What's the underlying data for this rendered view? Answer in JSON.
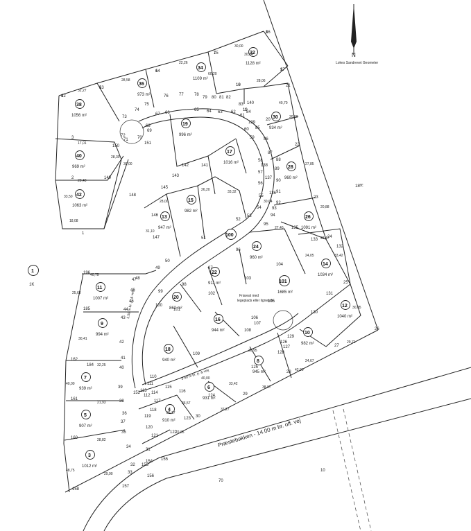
{
  "north": {
    "letter": "N",
    "caption": "Lokes Sandrevet Geometer"
  },
  "road_label": "Præstebakken - 14.00 m br. off. vej",
  "path_label": "3.50 m br. p. & veij",
  "path_label_2": "3.50 m br. p. & veij",
  "note": [
    "Friareal med",
    "legeplads eller lignende."
  ],
  "outer_left": {
    "number": "1",
    "sub": "1K"
  },
  "right_label": "18ᴮᴱ",
  "bottom_labels": [
    "70",
    "10"
  ],
  "lots": [
    {
      "no": "38",
      "area": "1056 m²"
    },
    {
      "no": "36",
      "area": "973 m²"
    },
    {
      "no": "34",
      "area": "1109 m²"
    },
    {
      "no": "32",
      "area": "1128 m²"
    },
    {
      "no": "30",
      "area": "934 m²"
    },
    {
      "no": "28",
      "area": "960 m²"
    },
    {
      "no": "26",
      "area": "1091 m²"
    },
    {
      "no": "24",
      "area": "960 m²"
    },
    {
      "no": "22",
      "area": "911 m²"
    },
    {
      "no": "20",
      "area": "862 m²"
    },
    {
      "no": "19",
      "area": "996 m²"
    },
    {
      "no": "17",
      "area": "1016 m²"
    },
    {
      "no": "15",
      "area": "982 m²"
    },
    {
      "no": "13",
      "area": "947 m²"
    },
    {
      "no": "40",
      "area": "969 m²"
    },
    {
      "no": "42",
      "area": "1063 m²"
    },
    {
      "no": "11",
      "area": "1007 m²"
    },
    {
      "no": "9",
      "area": "994 m²"
    },
    {
      "no": "7",
      "area": "939 m²"
    },
    {
      "no": "5",
      "area": "907 m²"
    },
    {
      "no": "3",
      "area": "1012 m²"
    },
    {
      "no": "18",
      "area": "940 m²"
    },
    {
      "no": "16",
      "area": "944 m²"
    },
    {
      "no": "14",
      "area": "1034 m²"
    },
    {
      "no": "12",
      "area": "1040 m²"
    },
    {
      "no": "10",
      "area": "982 m²"
    },
    {
      "no": "8",
      "area": "945 m²"
    },
    {
      "no": "6",
      "area": "931 m²"
    },
    {
      "no": "4",
      "area": "910 m²"
    },
    {
      "no": "100",
      "area": ""
    },
    {
      "no": "101",
      "area": "1685 m²"
    }
  ],
  "points": [
    "12",
    "13",
    "14",
    "15",
    "16",
    "17",
    "18",
    "19",
    "20",
    "21",
    "22",
    "23",
    "24",
    "25",
    "26",
    "27",
    "28",
    "29",
    "30",
    "31",
    "32",
    "33",
    "34",
    "35",
    "36",
    "37",
    "38",
    "39",
    "40",
    "41",
    "42",
    "43",
    "44",
    "45",
    "46",
    "47",
    "48",
    "49",
    "50",
    "51",
    "52",
    "53",
    "54",
    "55",
    "56",
    "57",
    "58",
    "59",
    "60",
    "61",
    "62",
    "63",
    "64",
    "65",
    "66",
    "67",
    "68",
    "69",
    "70",
    "71",
    "72",
    "73",
    "74",
    "75",
    "76",
    "77",
    "78",
    "79",
    "80",
    "81",
    "82",
    "83",
    "84",
    "85",
    "86",
    "87",
    "88",
    "89",
    "90",
    "91",
    "92",
    "93",
    "94",
    "95",
    "96",
    "97",
    "98",
    "99",
    "100",
    "101",
    "102",
    "103",
    "104",
    "105",
    "106",
    "107",
    "108",
    "109",
    "110",
    "111",
    "112",
    "113",
    "114",
    "115",
    "116",
    "117",
    "118",
    "119",
    "120",
    "121",
    "122",
    "123",
    "124",
    "125",
    "126",
    "127",
    "128",
    "129",
    "130",
    "131",
    "132",
    "133",
    "135",
    "136",
    "137",
    "138",
    "139",
    "140",
    "141",
    "142",
    "143",
    "145",
    "146",
    "147",
    "148",
    "149",
    "150",
    "151",
    "152",
    "153",
    "154",
    "155",
    "156",
    "157",
    "158",
    "160",
    "161",
    "162",
    "184",
    "185",
    "196",
    "1",
    "2",
    "3",
    "4",
    "5",
    "6",
    "7",
    "8",
    "9",
    "10",
    "11"
  ],
  "dims": [
    "32,27",
    "28,58",
    "22,26",
    "30,00",
    "30,04",
    "60,20",
    "28,06",
    "40,70",
    "30,00",
    "27,85",
    "20,88",
    "33,42",
    "30,85",
    "29,71",
    "24,67",
    "38,07",
    "37,27",
    "22,05",
    "36,17",
    "36,57",
    "40,00",
    "33,42",
    "30,95",
    "42,00",
    "24,05",
    "28,47",
    "27,40",
    "30,64",
    "33,32",
    "26,20",
    "28,00",
    "31,10",
    "30,00",
    "28,30",
    "17,01",
    "20,40",
    "18,08",
    "40,75",
    "25,68",
    "30,41",
    "32,25",
    "21,93",
    "28,82",
    "29,90",
    "33,50",
    "40,00",
    "48,75"
  ]
}
